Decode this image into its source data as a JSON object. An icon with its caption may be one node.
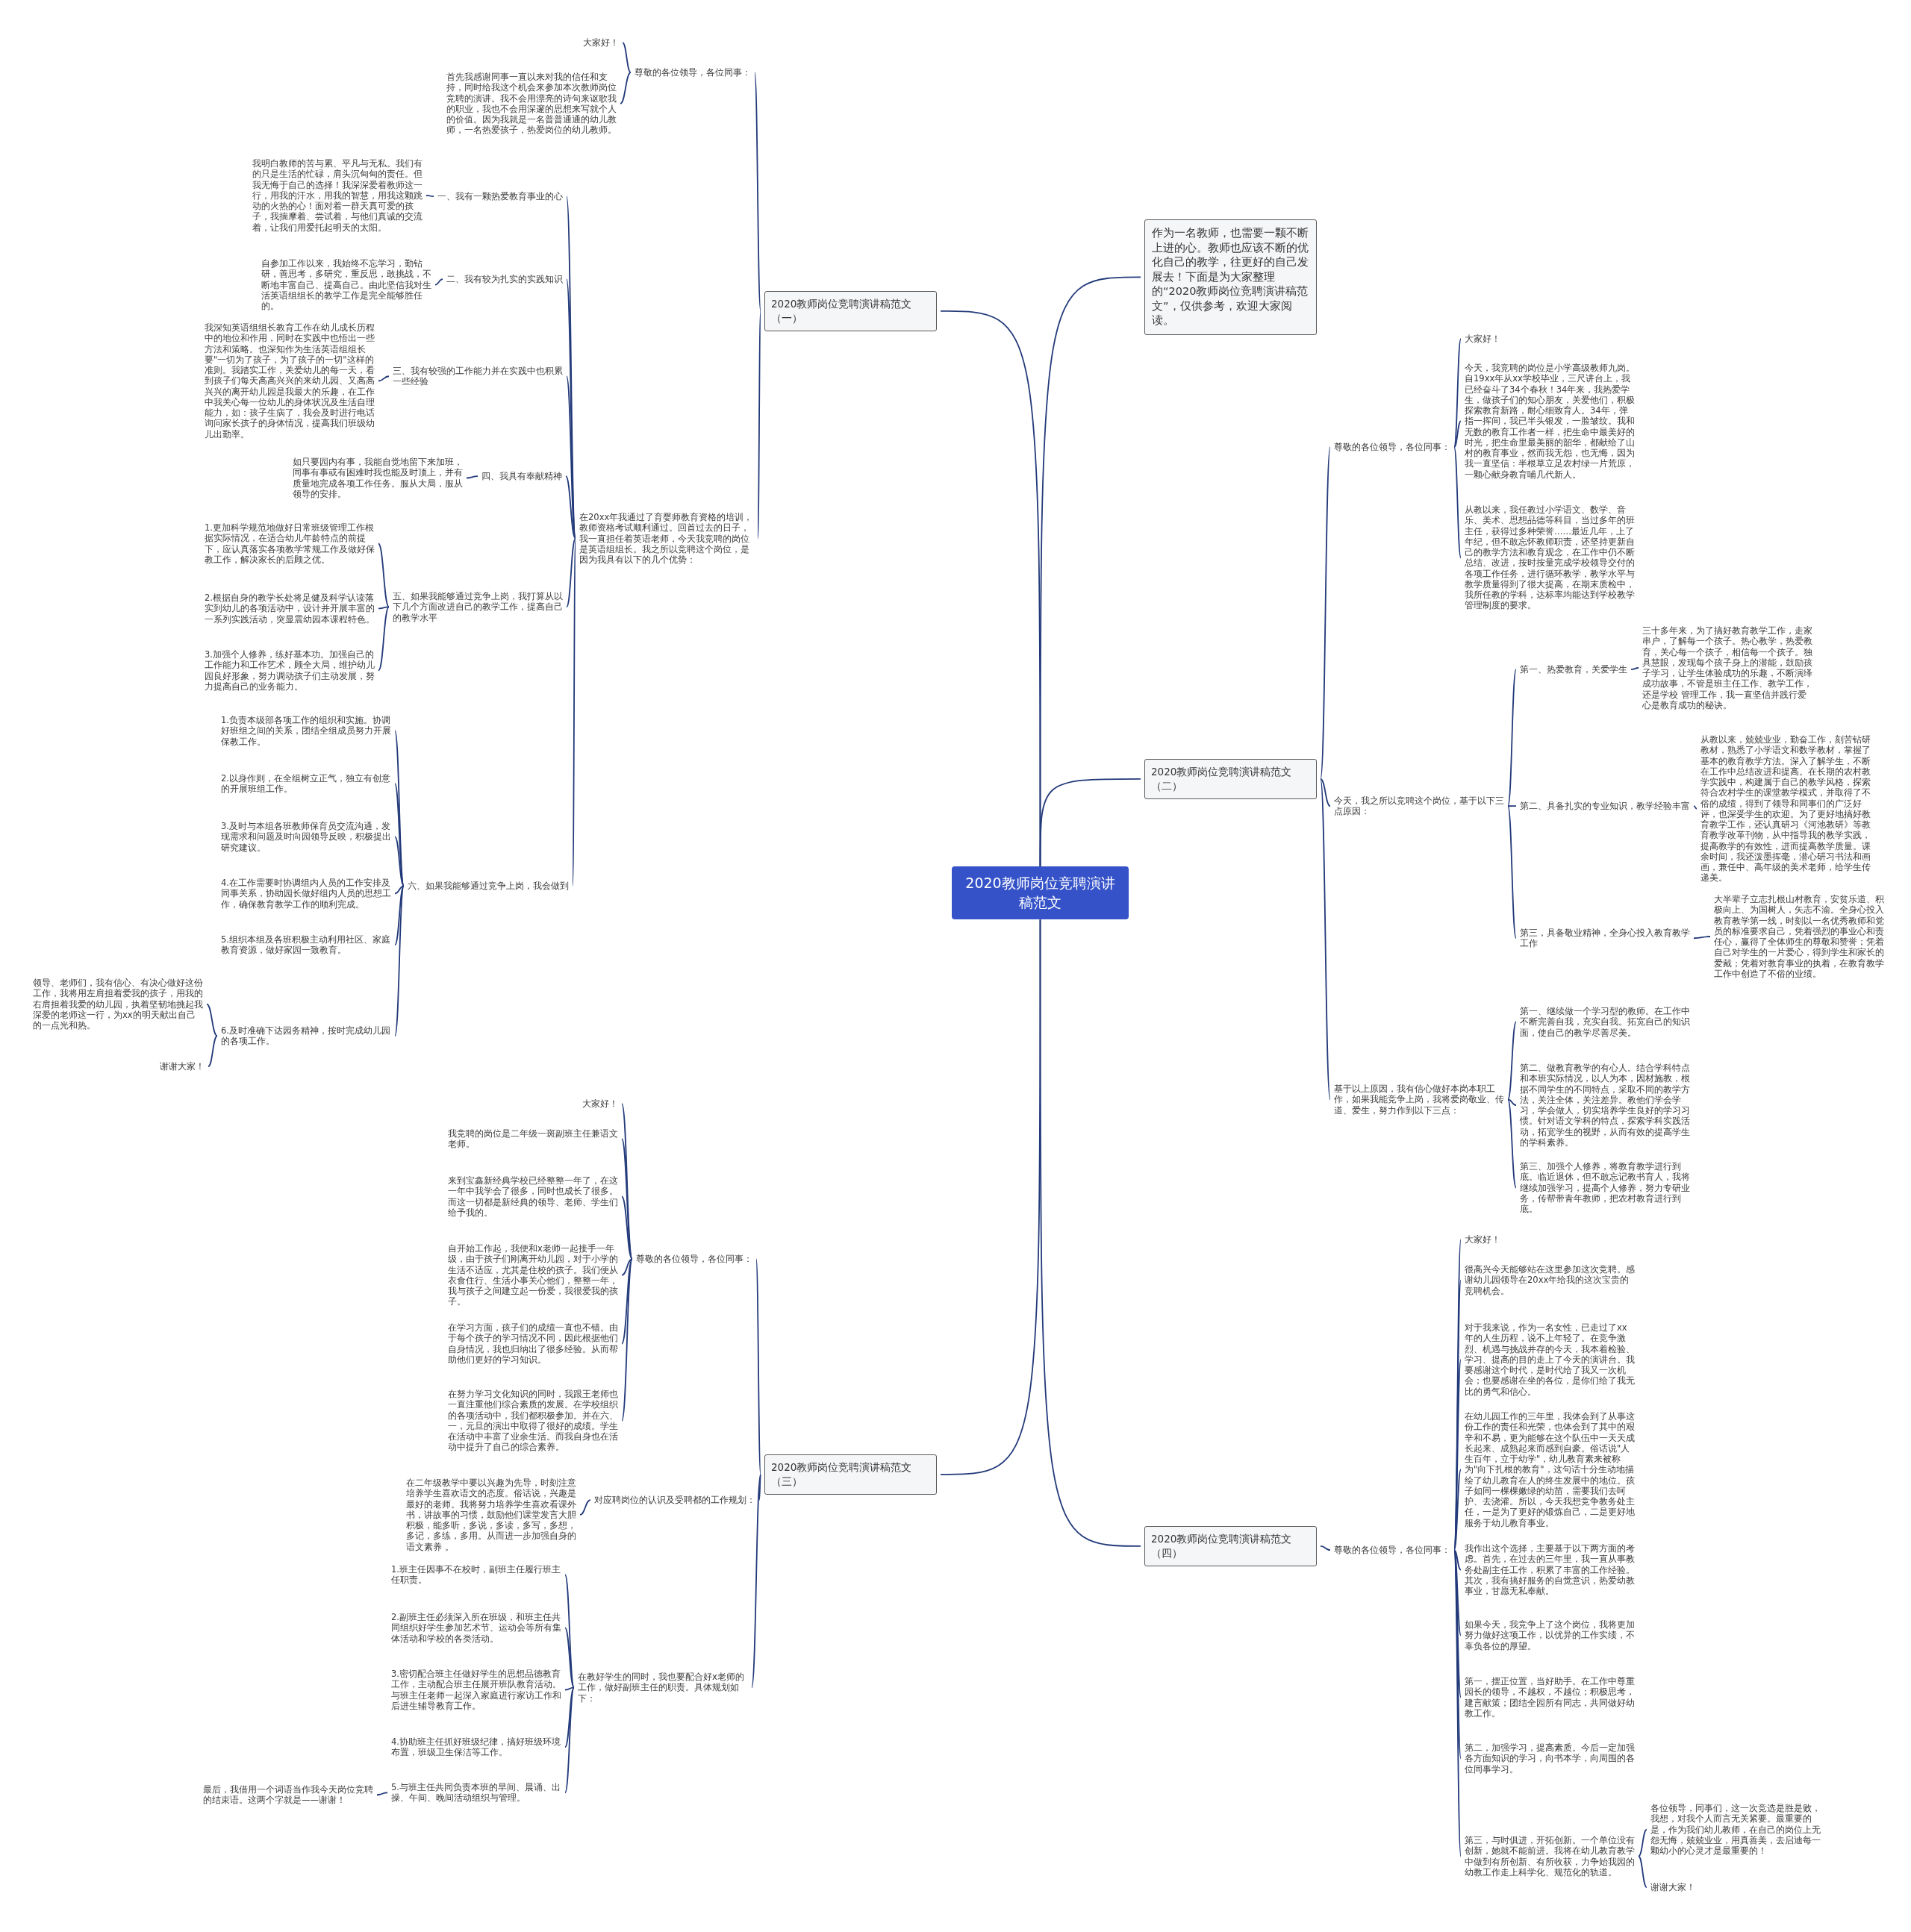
{
  "diagram": {
    "nodes": [
      {
        "text": [
          "2020教师岗位竞聘演讲稿范文"
        ]
      },
      {
        "text": [
          "作为一名教师，也需要一颗不断上进的心。教师也应该不断的优化自己的教学，往更好的自己发展去！下面是为大家整理的“2020教师岗位竞聘演讲稿范文”，仅供参考，欢迎大家阅读。"
        ]
      },
      {
        "text": [
          "2020教师岗位竞聘演讲稿范文（一）"
        ]
      },
      {
        "text": [
          "尊敬的各位领导，各位同事："
        ]
      },
      {
        "text": [
          "大家好！"
        ]
      },
      {
        "text": [
          "首先我感谢同事一直以来对我的信任和支持，同时给我这个机会来参加本次教师岗位竞聘的演讲。我不会用漂亮的诗句来讴歌我的职业，我也不会用深邃的思想来写就个人的价值。因为我就是一名普普通通的幼儿教师，一名热爱孩子，热爱岗位的幼儿教师。"
        ]
      },
      {
        "text": [
          "在20xx年我通过了育婴师教育资格的培训，教师资格考试顺利通过。回首过去的日子，我一直担任着英语老师，今天我竞聘的岗位是英语组组长。我之所以竞聘这个岗位，是因为我具有以下的几个优势："
        ]
      },
      {
        "text": [
          "一、我有一颗热爱教育事业的心"
        ]
      },
      {
        "text": [
          "我明白教师的苦与累、平凡与无私。我们有的只是生活的忙碌，肩头沉甸甸的责任。但我无悔于自己的选择！我深深爱着教师这一行，用我的汗水，用我的智慧，用我这颗跳动的火热的心！面对着一群天真可爱的孩子，我揣摩着、尝试着，与他们真诚的交流着，让我们用爱托起明天的太阳。"
        ]
      },
      {
        "text": [
          "二、我有较为扎实的实践知识"
        ]
      },
      {
        "text": [
          "自参加工作以来，我始终不忘学习，勤钻研，善思考，多研究，重反思，敢挑战，不断地丰富自己、提高自己。由此坚信我对生活英语组组长的教学工作是完全能够胜任的。"
        ]
      },
      {
        "text": [
          "三、我有较强的工作能力并在实践中也积累一些经验"
        ]
      },
      {
        "text": [
          "我深知英语组组长教育工作在幼儿成长历程中的地位和作用，同时在实践中也悟出一些方法和策略。也深知作为生活英语组组长要\"一切为了孩子，为了孩子的一切\"这样的准则。我踏实工作，关爱幼儿的每一天，看到孩子们每天高高兴兴的来幼儿园、又高高兴兴的离开幼儿园是我最大的乐趣，在工作中我关心每一位幼儿的身体状况及生活自理能力，如：孩子生病了，我会及时进行电话询问家长孩子的身体情况，提高我们班级幼儿出勤率。"
        ]
      },
      {
        "text": [
          "四、我具有奉献精神"
        ]
      },
      {
        "text": [
          "如只要园内有事，我能自觉地留下来加班，同事有事或有困难时我也能及时顶上，并有质量地完成各项工作任务。服从大局，服从领导的安排。"
        ]
      },
      {
        "text": [
          "五、如果我能够通过竞争上岗，我打算从以下几个方面改进自己的教学工作，提高自己的教学水平"
        ]
      },
      {
        "text": [
          "1.更加科学规范地做好日常班级管理工作根据实际情况，在适合幼儿年龄特点的前提下，应认真落实各项教学常规工作及做好保教工作，解决家长的后顾之优。"
        ]
      },
      {
        "text": [
          "2.根据自身的教学长处将足健及科学认读落实到幼儿的各项活动中，设计并开展丰富的一系列实践活动，突显震幼园本课程特色。"
        ]
      },
      {
        "text": [
          "3.加强个人修养，练好基本功。加强自己的工作能力和工作艺术，顾全大局，维护幼儿园良好形象，努力调动孩子们主动发展，努力提高自己的业务能力。"
        ]
      },
      {
        "text": [
          "六、如果我能够通过竞争上岗，我会做到"
        ]
      },
      {
        "text": [
          "1.负责本级部各项工作的组织和实施。协调好班组之间的关系，团结全组成员努力开展保教工作。"
        ]
      },
      {
        "text": [
          "2.以身作则，在全组树立正气，独立有创意的开展班组工作。"
        ]
      },
      {
        "text": [
          "3.及时与本组各班教师保育员交流沟通，发现需求和问题及时向园领导反映，积极提出研究建议。"
        ]
      },
      {
        "text": [
          "4.在工作需要时协调组内人员的工作安排及同事关系，协助园长做好组内人员的思想工作，确保教育教学工作的顺利完成。"
        ]
      },
      {
        "text": [
          "5.组织本组及各班积极主动利用社区、家庭教育资源，做好家园一致教育。"
        ]
      },
      {
        "text": [
          "6.及时准确下达园务精神，按时完成幼儿园的各项工作。"
        ]
      },
      {
        "text": [
          "领导、老师们，我有信心、有决心做好这份工作，我将用左肩担着爱我的孩子，用我的右肩担着我爱的幼儿园，执着坚韧地挑起我深爱的老师这一行，为xx的明天献出自己的一点光和热。"
        ]
      },
      {
        "text": [
          "谢谢大家！"
        ]
      },
      {
        "text": [
          "2020教师岗位竞聘演讲稿范文（二）"
        ]
      },
      {
        "text": [
          "尊敬的各位领导，各位同事："
        ]
      },
      {
        "text": [
          "大家好！"
        ]
      },
      {
        "text": [
          "今天，我竞聘的岗位是小学高级教师九岗。自19xx年从xx学校毕业，三尺讲台上，我已经奋斗了34个春秋！34年来，我热爱学生，做孩子们的知心朋友，关爱他们，积极探索教育新路，耐心细致育人。34年，弹指一挥间，我已半头银发，一脸皱纹。我和无数的教育工作者一样，把生命中最美好的时光，把生命里最美丽的韶华，都献给了山村的教育事业，然而我无怨，也无悔，因为我一直坚信：半根草立足农村绿一片荒原，一颗心献身教育哺几代新人。"
        ]
      },
      {
        "text": [
          "从教以来，我任教过小学语文、数学、音乐、美术、思想品德等科目，当过多年的班主任，获得过多种荣誉……最近几年，上了年纪，但不敢忘怀教师职责，还坚持更新自己的教学方法和教育观念，在工作中仍不断总结、改进，按时按量完成学校领导交付的各项工作任务，进行循环教学，教学水平与教学质量得到了很大提高，在期末质检中，我所任教的学科，达标率均能达到学校教学管理制度的要求。"
        ]
      },
      {
        "text": [
          "今天，我之所以竞聘这个岗位，基于以下三点原因："
        ]
      },
      {
        "text": [
          "第一、热爱教育，关爱学生"
        ]
      },
      {
        "text": [
          "三十多年来，为了搞好教育教学工作，走家串户，了解每一个孩子。热心教学，热爱教育，关心每一个孩子，相信每一个孩子。独具慧眼，发现每个孩子身上的潜能，鼓励孩子学习，让学生体验成功的乐趣，不断演绎成功故事，不管是班主任工作、教学工作，还是学校 管理工作，我一直坚信并践行爱心是教育成功的秘诀。"
        ]
      },
      {
        "text": [
          "第二、具备扎实的专业知识，教学经验丰富"
        ]
      },
      {
        "text": [
          "从教以来，兢兢业业，勤奋工作，刻苦钻研教材，熟悉了小学语文和数学教材，掌握了基本的教育教学方法。深入了解学生，不断在工作中总结改进和提高。在长期的农村教学实践中，构建属于自己的教学风格，探索符合农村学生的课堂教学模式，并取得了不俗的成绩，得到了领导和同事们的广泛好评，也深受学生的欢迎。为了更好地搞好教育教学工作，还认真研习《河池教研》等教育教学改革刊物，从中指导我的教学实践，提高教学的有效性，进而提高教学质量。课余时间，我还泼墨挥毫，潜心研习书法和画画，兼任中、高年级的美术老师，给学生传递美。"
        ]
      },
      {
        "text": [
          "第三，具备敬业精神，全身心投入教育教学工作"
        ]
      },
      {
        "text": [
          "大半辈子立志扎根山村教育，安贫乐道、积极向上、为国树人，矢志不渝。全身心投入教育教学第一线，时刻以一名优秀教师和党员的标准要求自己，凭着强烈的事业心和责任心，赢得了全体师生的尊敬和赞誉；凭着自己对学生的一片爱心，得到学生和家长的爱戴；凭着对教育事业的执着，在教育教学工作中创造了不俗的业绩。"
        ]
      },
      {
        "text": [
          "基于以上原因，我有信心做好本岗本职工作，如果我能竞争上岗，我将爱岗敬业、传道、爱生，努力作到以下三点："
        ]
      },
      {
        "text": [
          "第一、继续做一个学习型的教师。在工作中不断完善自我，充实自我。拓宽自己的知识面，使自己的教学尽善尽美。"
        ]
      },
      {
        "text": [
          "第二、做教育教学的有心人。结合学科特点和本班实际情况，以人为本，因材施教，根据不同学生的不同特点，采取不同的教学方法，关注全体，关注差异。教他们学会学习，学会做人，切实培养学生良好的学习习惯。针对语文学科的特点，探索学科实践活动，拓宽学生的视野，从而有效的提高学生的学科素养。"
        ]
      },
      {
        "text": [
          "第三、加强个人修养，将教育教学进行到底。临近退休，但不敢忘记教书育人，我将继续加强学习，提高个人修养，努力专研业务，传帮带青年教师，把农村教育进行到底。"
        ]
      },
      {
        "text": [
          "2020教师岗位竞聘演讲稿范文（三）"
        ]
      },
      {
        "text": [
          "尊敬的各位领导，各位同事："
        ]
      },
      {
        "text": [
          "大家好！"
        ]
      },
      {
        "text": [
          "我竞聘的岗位是二年级一斑副班主任兼语文老师。"
        ]
      },
      {
        "text": [
          "来到宝鑫新经典学校已经整整一年了，在这一年中我学会了很多，同时也成长了很多。而这一切都是新经典的领导、老师、学生们给予我的。"
        ]
      },
      {
        "text": [
          "自开始工作起，我便和x老师一起接手一年级，由于孩子们刚离开幼儿园，对于小学的生活不适应，尤其是住校的孩子。我们便从衣食住行、生活小事关心他们，整整一年，我与孩子之间建立起一份爱，我很爱我的孩子。"
        ]
      },
      {
        "text": [
          "在学习方面，孩子们的成绩一直也不错。由于每个孩子的学习情况不同，因此根据他们自身情况，我也归纳出了很多经验。从而帮助他们更好的学习知识。"
        ]
      },
      {
        "text": [
          "在努力学习文化知识的同时，我跟王老师也一直注重他们综合素质的发展。在学校组织的各项活动中，我们都积极参加。并在六、一，元旦的演出中取得了很好的成绩。学生在活动中丰富了业余生活。而我自身也在活动中提升了自己的综合素养。"
        ]
      },
      {
        "text": [
          "对应聘岗位的认识及受聘都的工作规划："
        ]
      },
      {
        "text": [
          "在二年级教学中要以兴趣为先导，时刻注意培养学生喜欢语文的态度。俗话说，兴趣是最好的老师。我将努力培养学生喜欢看课外书，讲故事的习惯，鼓励他们课堂发言大胆积极，能多听，多说，多读，多写，多想，多记，多练，多用。从而进一步加强自身的语文素养 。"
        ]
      },
      {
        "text": [
          "在教好学生的同时，我也要配合好x老师的工作，做好副班主任的职责。具体规划如下："
        ]
      },
      {
        "text": [
          "1.班主任因事不在校时，副班主任履行班主任职责。"
        ]
      },
      {
        "text": [
          "2.副班主任必须深入所在班级，和班主任共同组织好学生参加艺术节、运动会等所有集体活动和学校的各类活动。"
        ]
      },
      {
        "text": [
          "3.密切配合班主任做好学生的思想品德教育工作，主动配合班主任展开班队教育活动。与班主任老师一起深入家庭进行家访工作和后进生辅导教育工作。"
        ]
      },
      {
        "text": [
          "4.协助班主任抓好班级纪律，搞好班级环境布置，班级卫生保洁等工作。"
        ]
      },
      {
        "text": [
          "5.与班主任共同负责本班的早间、晨诵、出操、午间、晚间活动组织与管理。"
        ]
      },
      {
        "text": [
          "最后，我借用一个词语当作我今天岗位竞聘的结束语。这两个字就是——谢谢！"
        ]
      },
      {
        "text": [
          "2020教师岗位竞聘演讲稿范文（四）"
        ]
      },
      {
        "text": [
          "尊敬的各位领导，各位同事："
        ]
      },
      {
        "text": [
          "大家好！"
        ]
      },
      {
        "text": [
          "很高兴今天能够站在这里参加这次竞聘。感谢幼儿园领导在20xx年给我的这次宝贵的竞聘机会。"
        ]
      },
      {
        "text": [
          "对于我来说，作为一名女性，已走过了xx年的人生历程，说不上年轻了。在竞争激烈、机遇与挑战并存的今天，我本着检验、学习、提高的目的走上了今天的演讲台。我要感谢这个时代，是时代给了我又一次机会；也要感谢在坐的各位，是你们给了我无比的勇气和信心。"
        ]
      },
      {
        "text": [
          "在幼儿园工作的三年里，我体会到了从事这份工作的责任和光荣，也体会到了其中的艰辛和不易，更为能够在这个队伍中一天天成长起来、成熟起来而感到自豪。俗话说\"人生百年，立于幼学\"，幼儿教育素来被称为\"向下扎根的教育\"，这句话十分生动地描绘了幼儿教育在人的终生发展中的地位。孩子如同一棵棵嫩绿的幼苗，需要我们去呵护、去浇灌。所以，今天我想竞争教务处主任，一是为了更好的锻炼自己，二是更好地服务于幼儿教育事业。"
        ]
      },
      {
        "text": [
          "我作出这个选择，主要基于以下两方面的考虑。首先，在过去的三年里，我一直从事教务处副主任工作，积累了丰富的工作经验。其次，我有搞好服务的自觉意识，热爱幼教事业，甘愿无私奉献。"
        ]
      },
      {
        "text": [
          "如果今天，我竞争上了这个岗位，我将更加努力做好这项工作，以优异的工作实绩，不辜负各位的厚望。"
        ]
      },
      {
        "text": [
          "第一，摆正位置，当好助手。在工作中尊重园长的领导，不越权，不越位；积极思考，建言献策；团结全园所有同志，共同做好幼教工作。"
        ]
      },
      {
        "text": [
          "第二，加强学习，提高素质。今后一定加强各方面知识的学习，向书本学，向周围的各位同事学习。"
        ]
      },
      {
        "text": [
          "第三，与时俱进，开拓创新。一个单位没有创新，她就不能前进。我将在幼儿教育教学中做到有所创新、有所收获，力争始我园的幼教工作走上科学化、规范化的轨道。"
        ]
      },
      {
        "text": [
          "各位领导，同事们，这一次竞选是胜是败，我想，对我个人而言无关紧要。最重要的是，作为我们幼儿教师，在自己的岗位上无怨无悔，兢兢业业，用真善美，去启迪每一颗幼小的心灵才是最重要的！"
        ]
      },
      {
        "text": [
          "谢谢大家！"
        ]
      }
    ],
    "edges": [
      {
        "from": 0,
        "to": 1,
        "arrow": "none"
      },
      {
        "from": 0,
        "to": 2,
        "arrow": "none"
      },
      {
        "from": 0,
        "to": 28,
        "arrow": "none"
      },
      {
        "from": 0,
        "to": 44,
        "arrow": "none"
      },
      {
        "from": 0,
        "to": 61,
        "arrow": "none"
      },
      {
        "from": 2,
        "to": 3,
        "arrow": "none"
      },
      {
        "from": 3,
        "to": 4,
        "arrow": "none"
      },
      {
        "from": 3,
        "to": 5,
        "arrow": "none"
      },
      {
        "from": 2,
        "to": 6,
        "arrow": "none"
      },
      {
        "from": 6,
        "to": 7,
        "arrow": "none"
      },
      {
        "from": 7,
        "to": 8,
        "arrow": "none"
      },
      {
        "from": 6,
        "to": 9,
        "arrow": "none"
      },
      {
        "from": 9,
        "to": 10,
        "arrow": "none"
      },
      {
        "from": 6,
        "to": 11,
        "arrow": "none"
      },
      {
        "from": 11,
        "to": 12,
        "arrow": "none"
      },
      {
        "from": 6,
        "to": 13,
        "arrow": "none"
      },
      {
        "from": 13,
        "to": 14,
        "arrow": "none"
      },
      {
        "from": 6,
        "to": 15,
        "arrow": "none"
      },
      {
        "from": 15,
        "to": 16,
        "arrow": "none"
      },
      {
        "from": 15,
        "to": 17,
        "arrow": "none"
      },
      {
        "from": 15,
        "to": 18,
        "arrow": "none"
      },
      {
        "from": 6,
        "to": 19,
        "arrow": "none"
      },
      {
        "from": 19,
        "to": 20,
        "arrow": "none"
      },
      {
        "from": 19,
        "to": 21,
        "arrow": "none"
      },
      {
        "from": 19,
        "to": 22,
        "arrow": "none"
      },
      {
        "from": 19,
        "to": 23,
        "arrow": "none"
      },
      {
        "from": 19,
        "to": 24,
        "arrow": "none"
      },
      {
        "from": 19,
        "to": 25,
        "arrow": "none"
      },
      {
        "from": 25,
        "to": 26,
        "arrow": "none"
      },
      {
        "from": 25,
        "to": 27,
        "arrow": "none"
      },
      {
        "from": 28,
        "to": 29,
        "arrow": "none"
      },
      {
        "from": 29,
        "to": 30,
        "arrow": "none"
      },
      {
        "from": 29,
        "to": 31,
        "arrow": "none"
      },
      {
        "from": 29,
        "to": 32,
        "arrow": "none"
      },
      {
        "from": 28,
        "to": 33,
        "arrow": "none"
      },
      {
        "from": 33,
        "to": 34,
        "arrow": "none"
      },
      {
        "from": 34,
        "to": 35,
        "arrow": "none"
      },
      {
        "from": 33,
        "to": 36,
        "arrow": "none"
      },
      {
        "from": 36,
        "to": 37,
        "arrow": "none"
      },
      {
        "from": 33,
        "to": 38,
        "arrow": "none"
      },
      {
        "from": 38,
        "to": 39,
        "arrow": "none"
      },
      {
        "from": 28,
        "to": 40,
        "arrow": "none"
      },
      {
        "from": 40,
        "to": 41,
        "arrow": "none"
      },
      {
        "from": 40,
        "to": 42,
        "arrow": "none"
      },
      {
        "from": 40,
        "to": 43,
        "arrow": "none"
      },
      {
        "from": 44,
        "to": 45,
        "arrow": "none"
      },
      {
        "from": 45,
        "to": 46,
        "arrow": "none"
      },
      {
        "from": 45,
        "to": 47,
        "arrow": "none"
      },
      {
        "from": 45,
        "to": 48,
        "arrow": "none"
      },
      {
        "from": 45,
        "to": 49,
        "arrow": "none"
      },
      {
        "from": 45,
        "to": 50,
        "arrow": "none"
      },
      {
        "from": 45,
        "to": 51,
        "arrow": "none"
      },
      {
        "from": 44,
        "to": 52,
        "arrow": "none"
      },
      {
        "from": 52,
        "to": 53,
        "arrow": "none"
      },
      {
        "from": 44,
        "to": 54,
        "arrow": "none"
      },
      {
        "from": 54,
        "to": 55,
        "arrow": "none"
      },
      {
        "from": 54,
        "to": 56,
        "arrow": "none"
      },
      {
        "from": 54,
        "to": 57,
        "arrow": "none"
      },
      {
        "from": 54,
        "to": 58,
        "arrow": "none"
      },
      {
        "from": 54,
        "to": 59,
        "arrow": "none"
      },
      {
        "from": 59,
        "to": 60,
        "arrow": "none"
      },
      {
        "from": 61,
        "to": 62,
        "arrow": "none"
      },
      {
        "from": 62,
        "to": 63,
        "arrow": "none"
      },
      {
        "from": 62,
        "to": 64,
        "arrow": "none"
      },
      {
        "from": 62,
        "to": 65,
        "arrow": "none"
      },
      {
        "from": 62,
        "to": 66,
        "arrow": "none"
      },
      {
        "from": 62,
        "to": 67,
        "arrow": "none"
      },
      {
        "from": 62,
        "to": 68,
        "arrow": "none"
      },
      {
        "from": 62,
        "to": 69,
        "arrow": "none"
      },
      {
        "from": 62,
        "to": 70,
        "arrow": "none"
      },
      {
        "from": 62,
        "to": 71,
        "arrow": "none"
      },
      {
        "from": 71,
        "to": 72,
        "arrow": "none"
      },
      {
        "from": 71,
        "to": 73,
        "arrow": "none"
      }
    ]
  }
}
